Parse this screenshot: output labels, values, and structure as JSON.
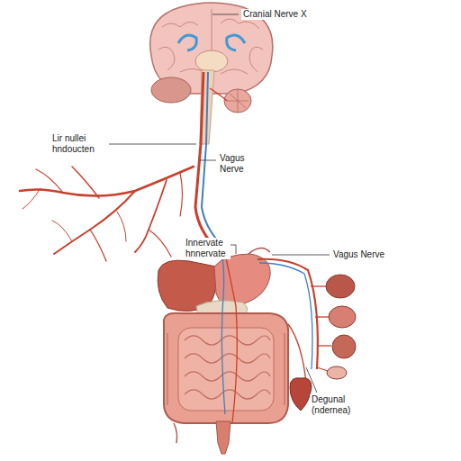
{
  "diagram": {
    "labels": [
      "Cranial Nerve X",
      "Lir nullei hndoucten",
      "Vagus Nerve",
      "Innervate hnnervate",
      "Vagus Nerve",
      "Degunal (ndernea)"
    ]
  }
}
